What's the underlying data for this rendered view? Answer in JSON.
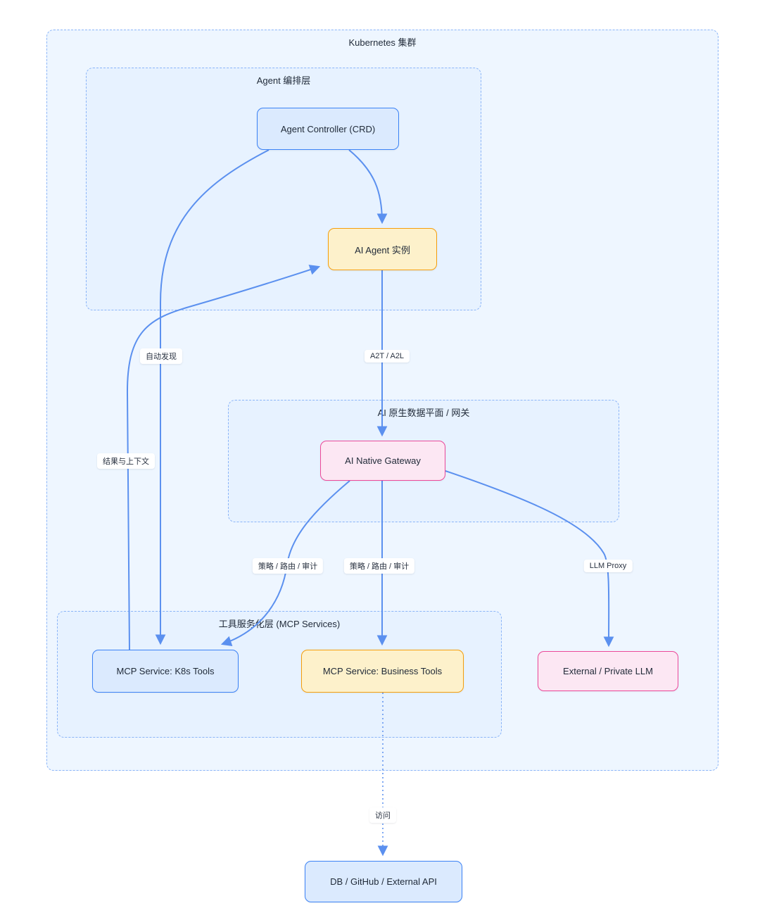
{
  "containers": {
    "kubernetes": {
      "title": "Kubernetes 集群"
    },
    "agent_layer": {
      "title": "Agent 编排层"
    },
    "gateway_layer": {
      "title": "AI 原生数据平面 / 网关"
    },
    "mcp_layer": {
      "title": "工具服务化层 (MCP Services)"
    }
  },
  "nodes": {
    "agent_controller": {
      "label": "Agent Controller (CRD)",
      "color": "blue"
    },
    "ai_agent": {
      "label": "AI Agent 实例",
      "color": "yellow"
    },
    "gateway": {
      "label": "AI Native Gateway",
      "color": "pink"
    },
    "mcp_k8s": {
      "label": "MCP Service: K8s Tools",
      "color": "blue"
    },
    "mcp_business": {
      "label": "MCP Service: Business Tools",
      "color": "yellow"
    },
    "external_llm": {
      "label": "External / Private LLM",
      "color": "pink"
    },
    "db_github": {
      "label": "DB / GitHub / External API",
      "color": "blue"
    }
  },
  "edge_labels": {
    "auto_discovery": "自动发现",
    "a2t_a2l": "A2T / A2L",
    "results_context": "结果与上下文",
    "policy_route_audit_1": "策略 / 路由 / 审计",
    "policy_route_audit_2": "策略 / 路由 / 审计",
    "llm_proxy": "LLM Proxy",
    "access": "访问"
  },
  "edges": [
    {
      "from": "agent_controller",
      "to": "ai_agent",
      "label": ""
    },
    {
      "from": "agent_controller",
      "to": "mcp_k8s",
      "label": "自动发现"
    },
    {
      "from": "mcp_k8s",
      "to": "ai_agent",
      "label": "结果与上下文"
    },
    {
      "from": "ai_agent",
      "to": "gateway",
      "label": "A2T / A2L"
    },
    {
      "from": "gateway",
      "to": "mcp_k8s",
      "label": "策略 / 路由 / 审计"
    },
    {
      "from": "gateway",
      "to": "mcp_business",
      "label": "策略 / 路由 / 审计"
    },
    {
      "from": "gateway",
      "to": "external_llm",
      "label": "LLM Proxy"
    },
    {
      "from": "mcp_business",
      "to": "db_github",
      "label": "访问",
      "style": "dotted"
    }
  ],
  "colors": {
    "edge": "#5b90ef",
    "edge_light": "#7fa9f3",
    "container_border": "#8ab4f8",
    "container_bg": "#eef6ff",
    "blue_fill": "#dbeafe",
    "blue_border": "#3b82f6",
    "yellow_fill": "#fdf1cb",
    "yellow_border": "#f59e0b",
    "pink_fill": "#fce7f3",
    "pink_border": "#ec4899",
    "text": "#1f2937"
  }
}
